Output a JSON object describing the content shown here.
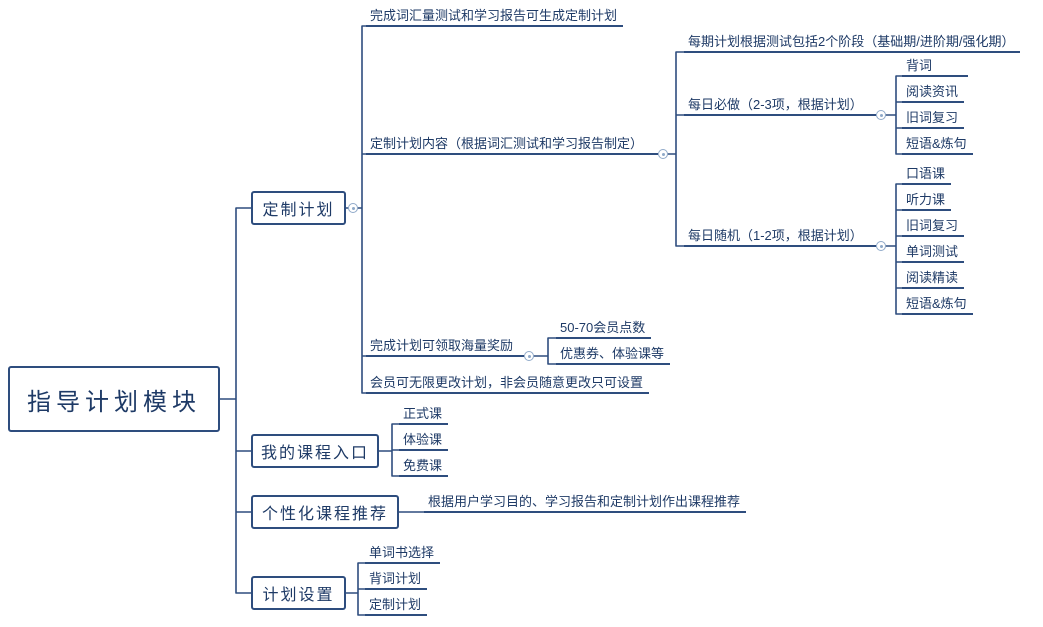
{
  "colors": {
    "line": "#2e4d7e",
    "text": "#1e3a66",
    "collapse_icon": "#8fa9c9",
    "background": "#ffffff"
  },
  "root": {
    "label": "指导计划模块",
    "children": [
      {
        "label": "定制计划",
        "children": [
          {
            "label": "完成词汇量测试和学习报告可生成定制计划"
          },
          {
            "label": "定制计划内容（根据词汇测试和学习报告制定）",
            "children": [
              {
                "label": "每期计划根据测试包括2个阶段（基础期/进阶期/强化期）"
              },
              {
                "label": "每日必做（2-3项，根据计划）",
                "children": [
                  {
                    "label": "背词"
                  },
                  {
                    "label": "阅读资讯"
                  },
                  {
                    "label": "旧词复习"
                  },
                  {
                    "label": "短语&炼句"
                  }
                ]
              },
              {
                "label": "每日随机（1-2项，根据计划）",
                "children": [
                  {
                    "label": "口语课"
                  },
                  {
                    "label": "听力课"
                  },
                  {
                    "label": "旧词复习"
                  },
                  {
                    "label": "单词测试"
                  },
                  {
                    "label": "阅读精读"
                  },
                  {
                    "label": "短语&炼句"
                  }
                ]
              }
            ]
          },
          {
            "label": "完成计划可领取海量奖励",
            "children": [
              {
                "label": "50-70会员点数"
              },
              {
                "label": "优惠券、体验课等"
              }
            ]
          },
          {
            "label": "会员可无限更改计划，非会员随意更改只可设置"
          }
        ]
      },
      {
        "label": "我的课程入口",
        "children": [
          {
            "label": "正式课"
          },
          {
            "label": "体验课"
          },
          {
            "label": "免费课"
          }
        ]
      },
      {
        "label": "个性化课程推荐",
        "children": [
          {
            "label": "根据用户学习目的、学习报告和定制计划作出课程推荐"
          }
        ]
      },
      {
        "label": "计划设置",
        "children": [
          {
            "label": "单词书选择"
          },
          {
            "label": "背词计划"
          },
          {
            "label": "定制计划"
          }
        ]
      }
    ]
  }
}
